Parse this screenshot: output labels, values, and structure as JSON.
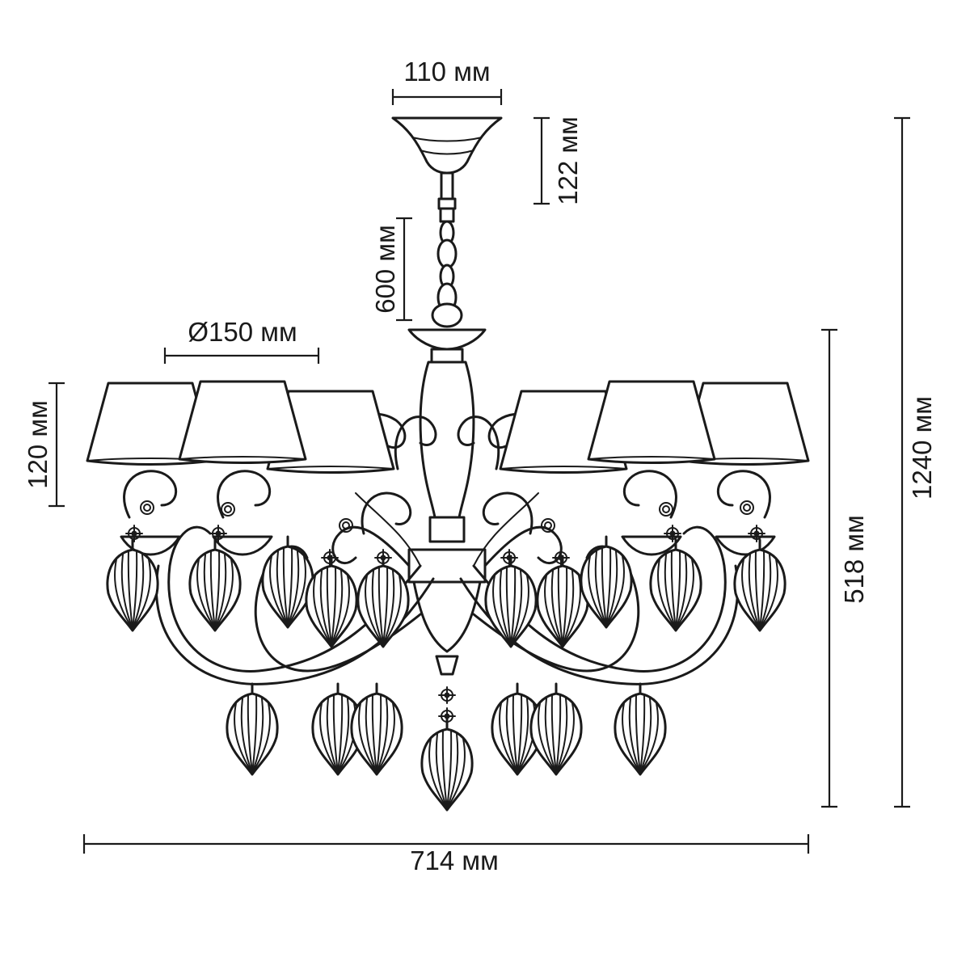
{
  "dimensions": {
    "canopy_width": "110 мм",
    "canopy_height": "122 мм",
    "chain_length": "600 мм",
    "shade_diameter": "Ø150 мм",
    "shade_height": "120 мм",
    "body_height": "518 мм",
    "total_height": "1240 мм",
    "total_width": "714 мм"
  },
  "colors": {
    "line": "#1a1a1a",
    "background": "#ffffff"
  }
}
